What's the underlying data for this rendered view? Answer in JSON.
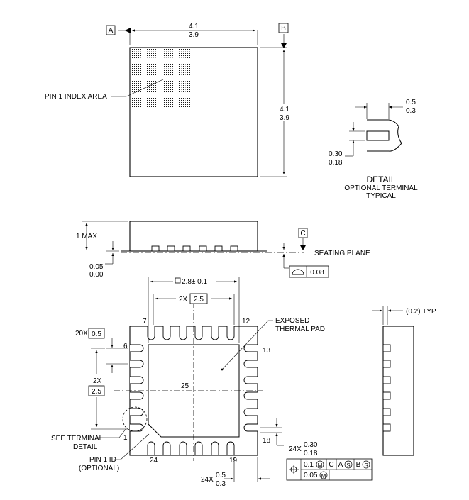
{
  "top_view": {
    "datum_a": "A",
    "datum_b": "B",
    "width_max": "4.1",
    "width_min": "3.9",
    "height_max": "4.1",
    "height_min": "3.9",
    "pin1_index_area": "PIN 1 INDEX AREA"
  },
  "detail_view": {
    "dim_top_max": "0.5",
    "dim_top_min": "0.3",
    "dim_left_max": "0.30",
    "dim_left_min": "0.18",
    "title": "DETAIL",
    "subtitle_line1": "OPTIONAL TERMINAL",
    "subtitle_line2": "TYPICAL"
  },
  "side_view": {
    "height_max": "1 MAX",
    "standoff_max": "0.05",
    "standoff_min": "0.00",
    "datum_c": "C",
    "seating_plane": "SEATING PLANE",
    "flatness_value": "0.08"
  },
  "bottom_view": {
    "pad_size": "2.8± 0.1",
    "pitch_prefix_top": "2X",
    "pitch_top": "2.5",
    "pin_7": "7",
    "pin_12": "12",
    "pin_13": "13",
    "pin_6": "6",
    "pin_1": "1",
    "pin_18": "18",
    "pin_24": "24",
    "pin_19": "19",
    "pin_25": "25",
    "pitch_prefix_side": "2X",
    "pitch_side": "2.5",
    "lead_width_prefix": "20X",
    "lead_width": "0.5",
    "exposed_pad_line1": "EXPOSED",
    "exposed_pad_line2": "THERMAL PAD",
    "see_terminal_line1": "SEE TERMINAL",
    "see_terminal_line2": "DETAIL",
    "pin1_id_line1": "PIN 1 ID",
    "pin1_id_line2": "(OPTIONAL)",
    "lead_prefix_right": "24X",
    "lead_right_max": "0.30",
    "lead_right_min": "0.18",
    "lead_prefix_bottom": "24X",
    "lead_bottom_max": "0.5",
    "lead_bottom_min": "0.3",
    "tol_row1_value": "0.1",
    "tol_row1_ref1": "C",
    "tol_row1_ref2": "A",
    "tol_row1_ref3": "B",
    "tol_row2_value": "0.05",
    "mod_m": "M",
    "mod_s": "S"
  },
  "end_view": {
    "typ_label": "(0.2) TYP"
  }
}
